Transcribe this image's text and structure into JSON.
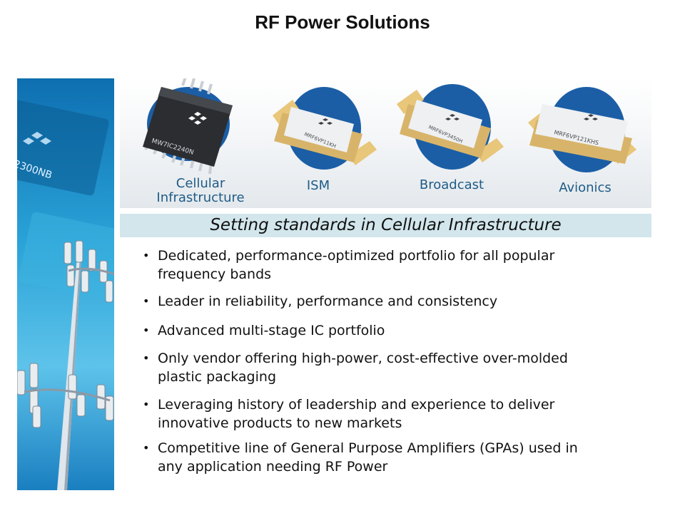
{
  "slide": {
    "title": "RF Power Solutions",
    "tagline": "Setting standards in Cellular Infrastructure"
  },
  "products": [
    {
      "label_line1": "Cellular",
      "label_line2": "Infrastructure",
      "part": "MW7IC2240N"
    },
    {
      "label_line1": "ISM",
      "part": "MRF6VP11KH"
    },
    {
      "label_line1": "Broadcast",
      "part": "MRF6VP3450H"
    },
    {
      "label_line1": "Avionics",
      "part": "MRF6VP121KHS"
    }
  ],
  "side_photo": {
    "chip_text": "2300NB"
  },
  "bullets": [
    {
      "line1": "Dedicated, performance-optimized portfolio for all popular",
      "line2": "frequency bands"
    },
    {
      "line1": "Leader in reliability, performance and consistency"
    },
    {
      "line1": "Advanced multi-stage IC portfolio"
    },
    {
      "line1": "Only vendor offering high-power, cost-effective over-molded",
      "line2": "plastic packaging"
    },
    {
      "line1": "Leveraging history of leadership and experience to deliver",
      "line2": "innovative products to new markets"
    },
    {
      "line1": "Competitive line of General Purpose Amplifiers (GPAs) used in",
      "line2": "any application needing RF Power"
    }
  ],
  "colors": {
    "label_blue": "#1f5b86",
    "tagline_bg": "#d2e6ec",
    "oval_blue": "#1b5ea6",
    "side_blue": "#1a8bc4"
  }
}
